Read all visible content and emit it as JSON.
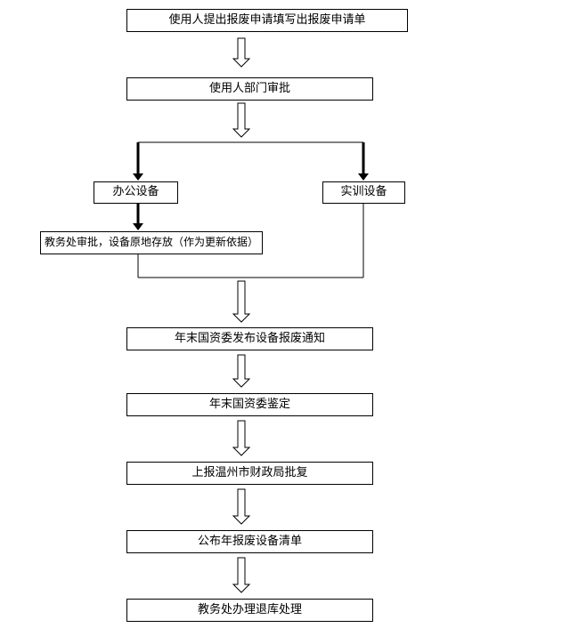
{
  "flowchart": {
    "nodes": {
      "apply": "使用人提出报废申请填写出报废申请单",
      "dept_approval": "使用人部门审批",
      "office_equipment": "办公设备",
      "training_equipment": "实训设备",
      "jiaowu_approval": "教务处审批，设备原地存放（作为更新依据）",
      "notice": "年末国资委发布设备报废通知",
      "appraisal": "年末国资委鉴定",
      "report": "上报温州市财政局批复",
      "publish": "公布年报废设备清单",
      "return_storage": "教务处办理退库处理"
    },
    "colors": {
      "line": "#000000",
      "box_border": "#000000",
      "box_fill": "#ffffff",
      "text": "#000000",
      "background": "#ffffff"
    }
  }
}
